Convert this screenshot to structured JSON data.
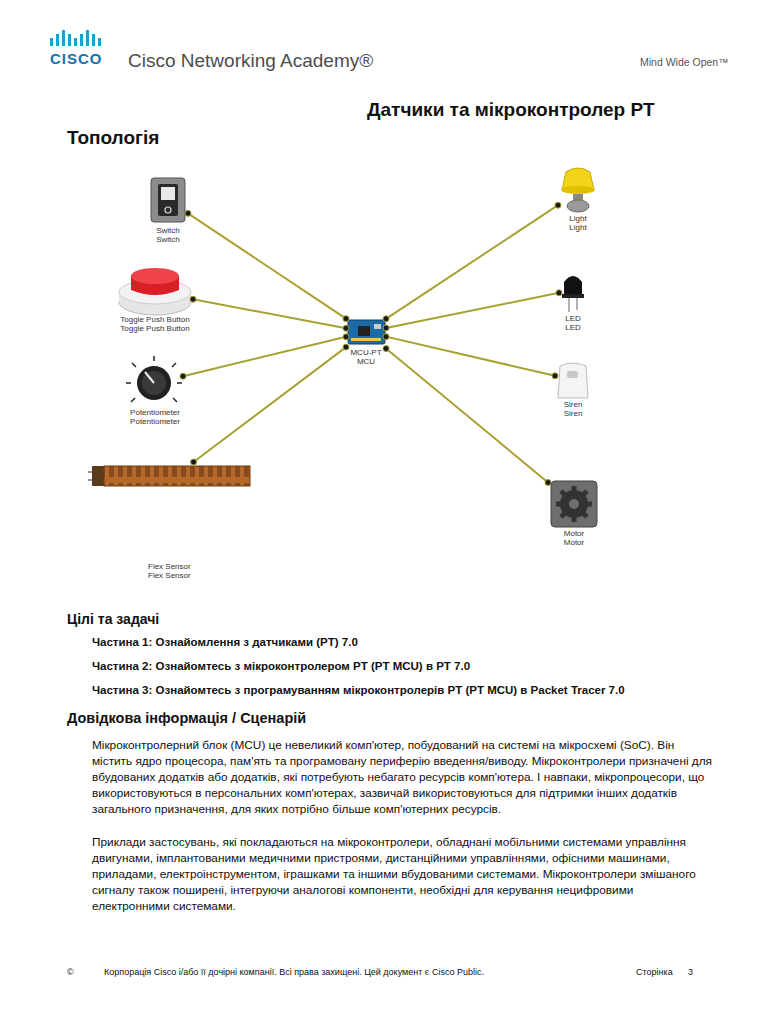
{
  "diagram": {
    "title": "Датчики та мікроконтролер PT",
    "nodes": [
      {
        "text": [
          "Switch",
          "Switch"
        ]
      },
      {
        "text": [
          "Toggle Push Button",
          "Toggle Push Button"
        ]
      },
      {
        "text": [
          "Potentiometer",
          "Potentiometer"
        ]
      },
      {
        "text": [
          "Flex Sensor",
          "Flex Sensor"
        ]
      },
      {
        "text": [
          "MCU-PT",
          "MCU"
        ]
      },
      {
        "text": [
          "Light",
          "Light"
        ]
      },
      {
        "text": [
          "LED",
          "LED"
        ]
      },
      {
        "text": [
          "Siren",
          "Siren"
        ]
      },
      {
        "text": [
          "Motor",
          "Motor"
        ]
      }
    ],
    "edges": [
      {
        "from": 0,
        "to": 4,
        "arrow": "none"
      },
      {
        "from": 1,
        "to": 4,
        "arrow": "none"
      },
      {
        "from": 2,
        "to": 4,
        "arrow": "none"
      },
      {
        "from": 3,
        "to": 4,
        "arrow": "none"
      },
      {
        "from": 4,
        "to": 5,
        "arrow": "none"
      },
      {
        "from": 4,
        "to": 6,
        "arrow": "none"
      },
      {
        "from": 4,
        "to": 7,
        "arrow": "none"
      },
      {
        "from": 4,
        "to": 8,
        "arrow": "none"
      }
    ],
    "labels": [
      "CISCO",
      "Cisco Networking Academy®",
      "Mind Wide Open™",
      "Топологія",
      "Цілі та задачі",
      "Частина 1: Ознайомлення з датчиками (PT) 7.0",
      "Частина 2: Ознайомтесь з мікроконтролером PT (PT MCU) в PT 7.0",
      "Частина 3: Ознайомтесь з програмуванням мікроконтролерів PT (PT MCU) в Packet Tracer 7.0",
      "Довідкова інформація / Сценарій",
      "Мікроконтролерний блок (MCU) це невеликий комп'ютер, побудований на системі на мікросхемі (SoC). Він містить ядро процесора, пам'ять та програмовану периферію введення/виводу. Мікроконтролери призначені для вбудованих додатків або додатків, які потребують небагато ресурсів комп'ютера. І навпаки, мікропроцесори, що використовуються в персональних комп'ютерах, зазвичай використовуються для підтримки інших додатків загального призначення, для яких потрібно більше комп'ютерних ресурсів.",
      "Приклади застосувань, які покладаються на мікроконтролери, обладнані мобільними системами управління двигунами, імплантованими медичними пристроями, дистанційними управліннями, офісними машинами, приладами, електроінструментом, іграшками та іншими вбудованими системами. Мікроконтролери змішаного сигналу також поширені, інтегруючи аналогові компоненти, необхідні для керування нецифровими електронними системами.",
      "©",
      "Корпорація Cisco і/або її дочірні компанії. Всі права захищені. Цей документ є Cisco Public.",
      "Сторінка",
      "3"
    ]
  }
}
